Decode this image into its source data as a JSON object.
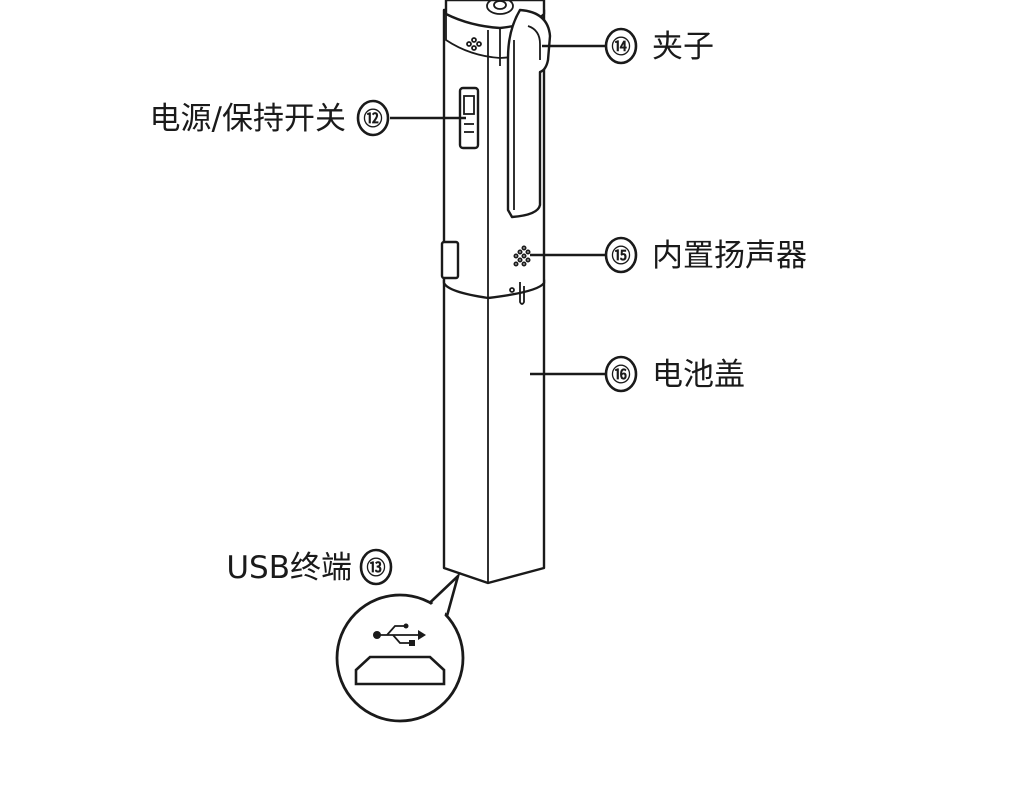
{
  "callouts": [
    {
      "number": "⑭",
      "label": "夹子"
    },
    {
      "number": "⑫",
      "label": "电源/保持开关"
    },
    {
      "number": "⑮",
      "label": "内置扬声器"
    },
    {
      "number": "⑯",
      "label": "电池盖"
    },
    {
      "number": "⑬",
      "label": "USB终端"
    }
  ],
  "icons": {
    "usb": "usb-symbol-icon",
    "speaker_grille": "speaker-grille-icon"
  },
  "colors": {
    "ink": "#1a1a1a",
    "background": "#ffffff"
  }
}
